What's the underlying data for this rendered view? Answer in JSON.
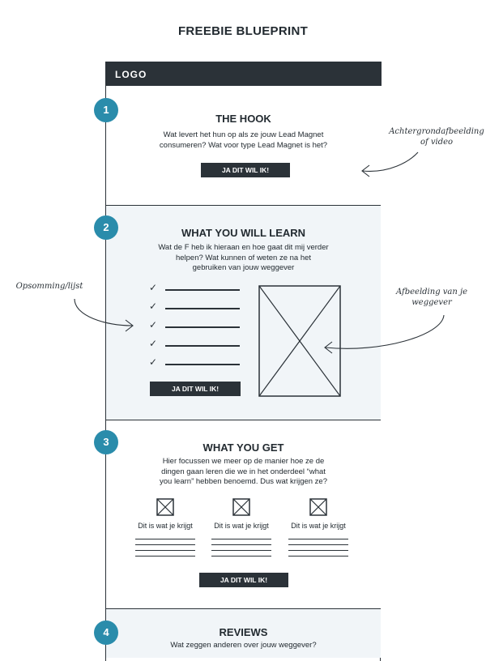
{
  "page": {
    "title": "FREEBIE BLUEPRINT"
  },
  "logo_bar": {
    "label": "LOGO"
  },
  "sections": [
    {
      "number": "1",
      "title": "THE HOOK",
      "text": "Wat levert het hun op als ze jouw Lead Magnet consumeren? Wat voor type Lead Magnet is het?",
      "cta": "JA DIT WIL IK!"
    },
    {
      "number": "2",
      "title": "WHAT YOU WILL LEARN",
      "text": "Wat de F heb ik hieraan en hoe gaat dit mij verder helpen? Wat kunnen of weten ze na het gebruiken van jouw weggever",
      "cta": "JA DIT WIL IK!"
    },
    {
      "number": "3",
      "title": "WHAT YOU GET",
      "text": "Hier focussen we meer op de manier hoe ze de dingen gaan leren die we in het onderdeel “what you learn” hebben benoemd. Dus wat krijgen ze?",
      "features": [
        {
          "label": "Dit is wat je krijgt"
        },
        {
          "label": "Dit is wat je krijgt"
        },
        {
          "label": "Dit is wat je krijgt"
        }
      ],
      "cta": "JA DIT WIL IK!"
    },
    {
      "number": "4",
      "title": "REVIEWS",
      "text": "Wat zeggen anderen over jouw weggever?"
    }
  ],
  "annotations": {
    "background": "Achtergrondafbeelding of video",
    "list": "Opsomming/lijst",
    "image": "Afbeelding van je weggever"
  },
  "icons": {
    "check": "checkmark-icon",
    "image_placeholder": "image-placeholder-icon"
  },
  "colors": {
    "dark": "#2b3238",
    "accent": "#2a8cab",
    "tint": "#f1f5f8"
  }
}
